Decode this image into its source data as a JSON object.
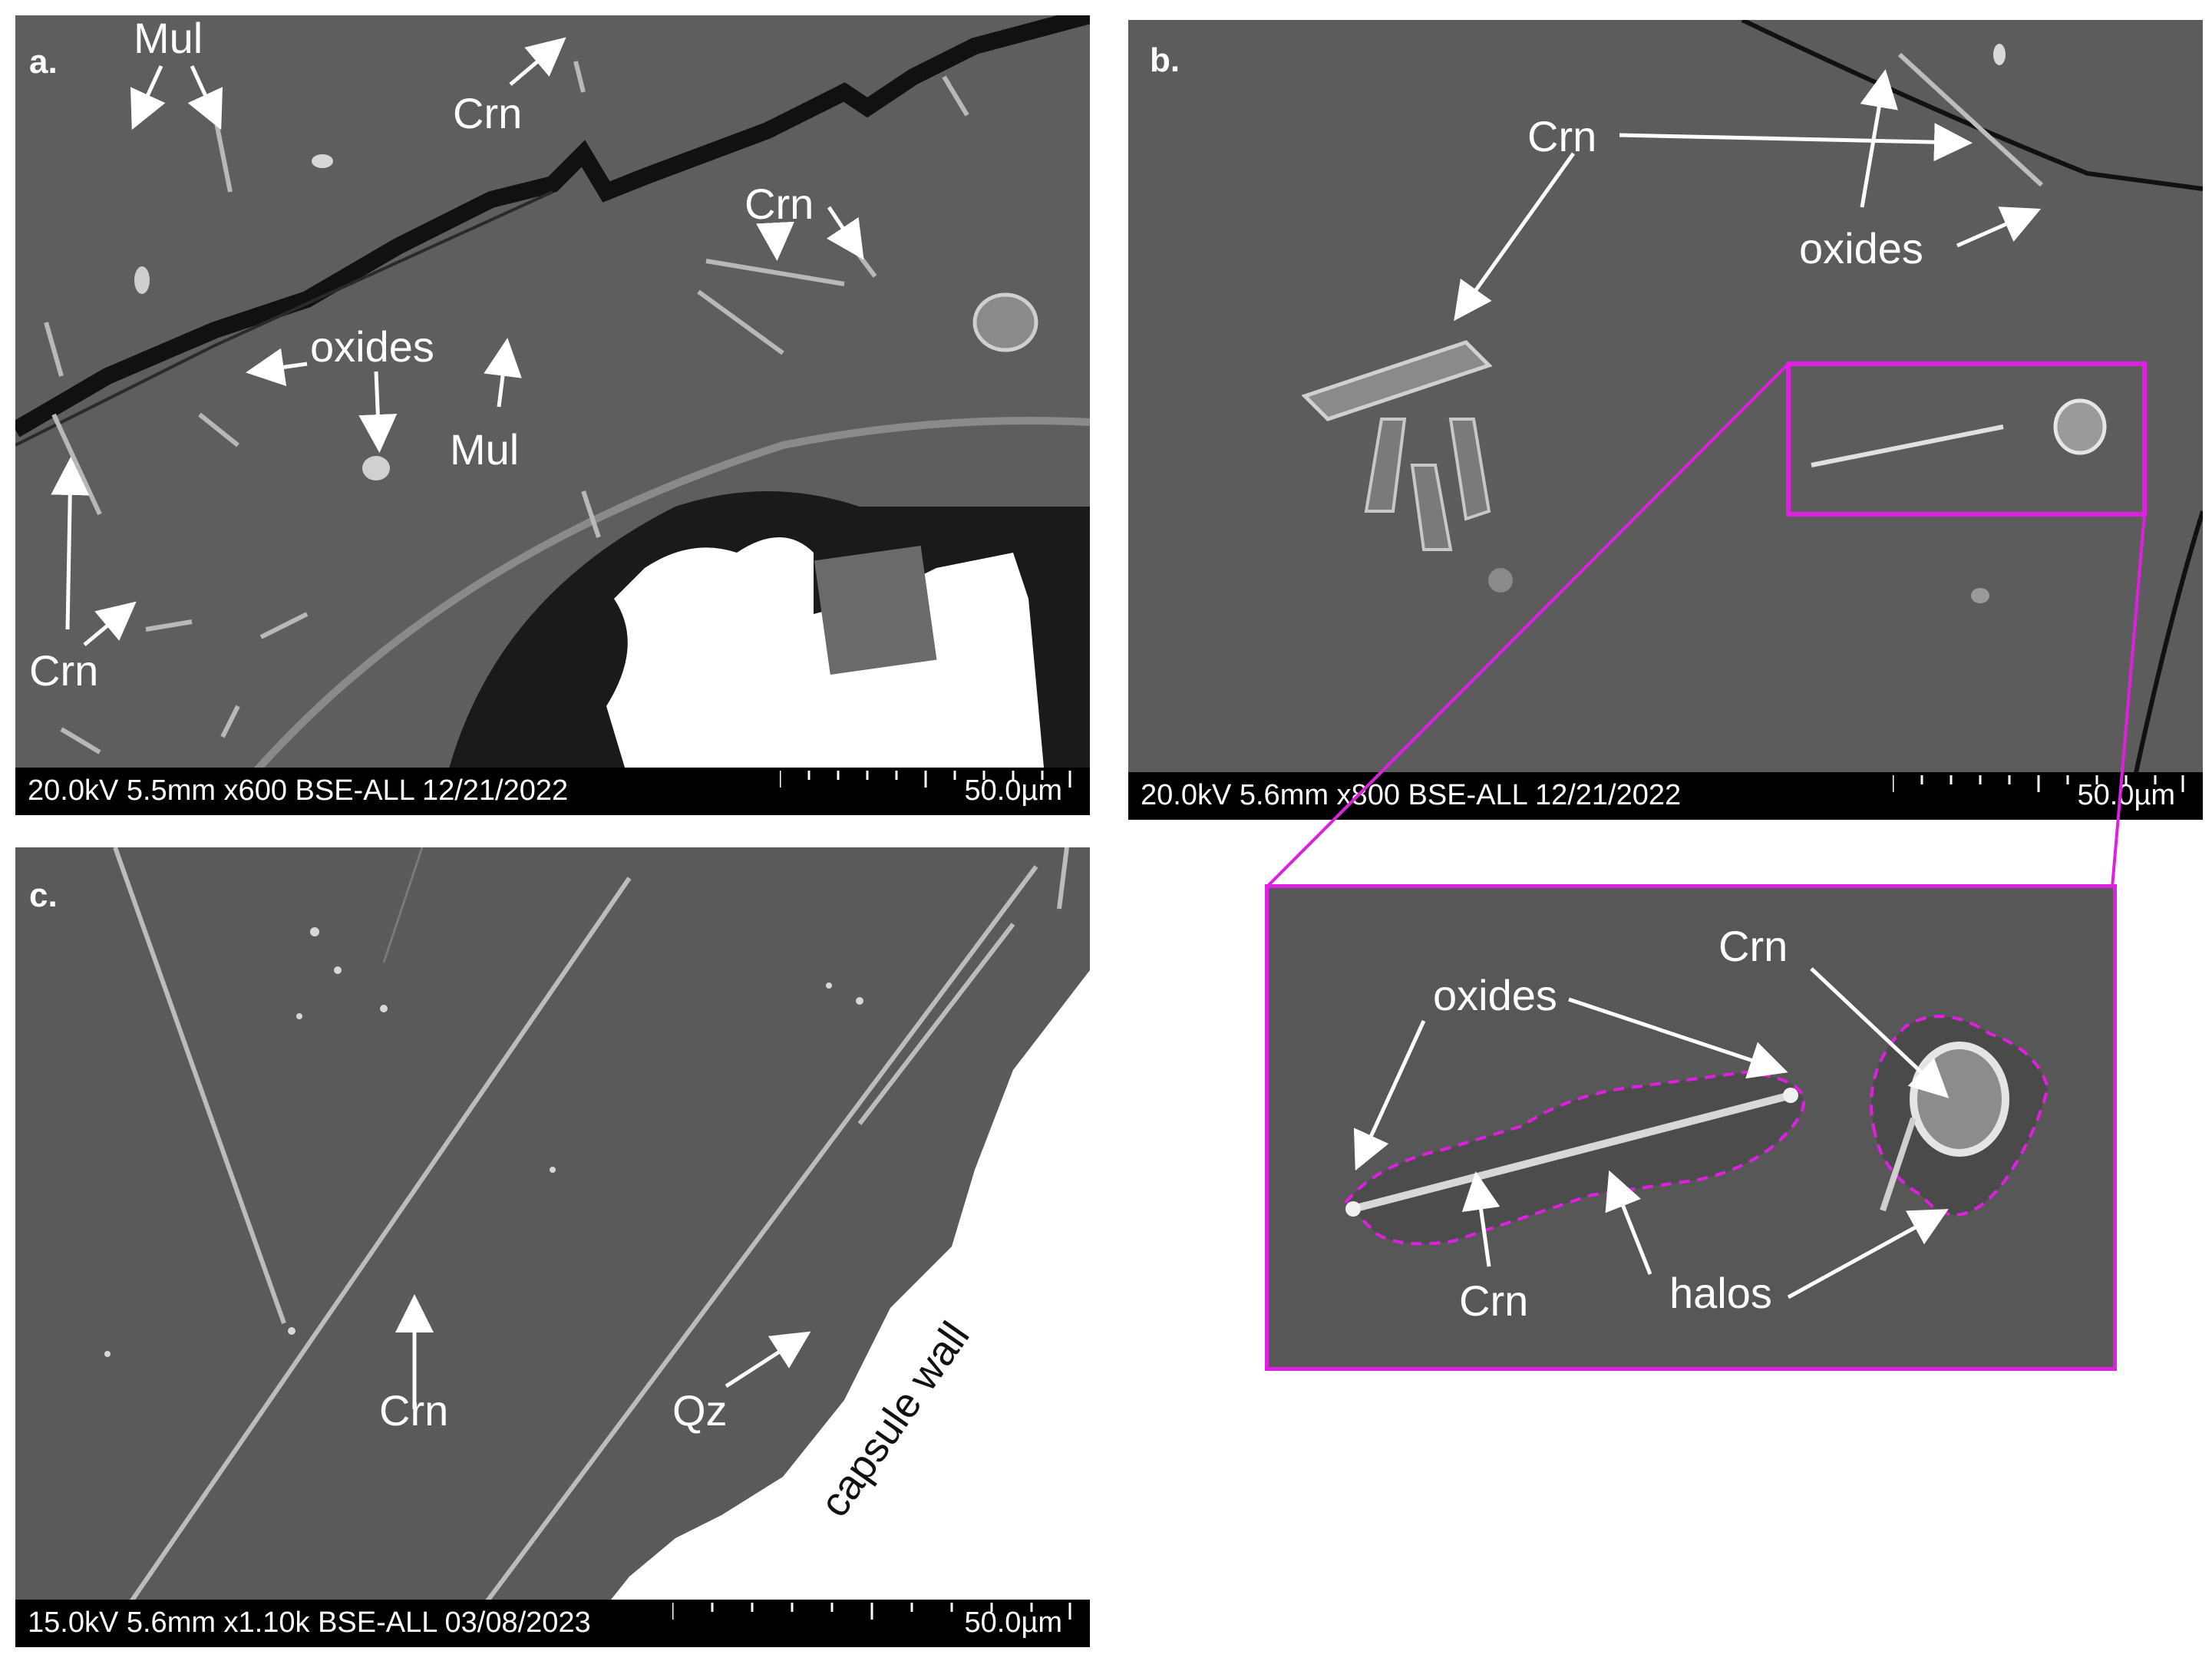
{
  "panel_a": {
    "letter": "a.",
    "labels": {
      "mul_top": "Mul",
      "crn_top": "Crn",
      "crn_right": "Crn",
      "oxides": "oxides",
      "mul_mid": "Mul",
      "crn_bottom": "Crn"
    },
    "info": "20.0kV 5.5mm x600 BSE-ALL 12/21/2022",
    "scale": "50.0µm"
  },
  "panel_b": {
    "letter": "b.",
    "labels": {
      "crn": "Crn",
      "oxides": "oxides"
    },
    "info": "20.0kV 5.6mm x800 BSE-ALL 12/21/2022",
    "scale": "50.0µm"
  },
  "panel_c": {
    "letter": "c.",
    "labels": {
      "crn": "Crn",
      "qz": "Qz",
      "capsule_wall": "capsule wall"
    },
    "info": "15.0kV 5.6mm x1.10k BSE-ALL 03/08/2023",
    "scale": "50.0µm"
  },
  "inset": {
    "labels": {
      "oxides": "oxides",
      "crn_right": "Crn",
      "crn_bottom": "Crn",
      "halos": "halos"
    }
  },
  "colors": {
    "highlight": "#e020e0",
    "arrow": "#ffffff",
    "sem_gray": "#5a5a5a"
  }
}
